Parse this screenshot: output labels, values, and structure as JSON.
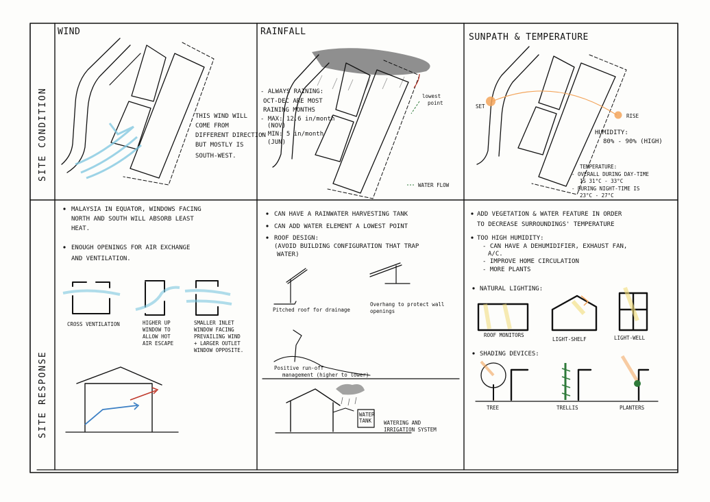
{
  "row_labels": {
    "condition": "SITE CONDITION",
    "response": "SITE RESPONSE"
  },
  "columns": {
    "wind": {
      "title": "WIND",
      "condition_notes": [
        "THIS WIND WILL",
        "COME FROM",
        "DIFFERENT DIRECTION",
        "BUT MOSTLY IS",
        "SOUTH-WEST."
      ],
      "response_bullets": [
        [
          "MALAYSIA IN EQUATOR, WINDOWS FACING",
          "NORTH AND SOUTH WILL ABSORB LEAST",
          "HEAT."
        ],
        [
          "ENOUGH OPENINGS FOR AIR EXCHANGE",
          "AND VENTILATION."
        ]
      ],
      "diagram_labels": {
        "cross": [
          "CROSS VENTILATION"
        ],
        "higher": [
          "HIGHER UP",
          "WINDOW TO",
          "ALLOW HOT",
          "AIR ESCAPE"
        ],
        "smaller": [
          "SMALLER INLET",
          "WINDOW FACING",
          "PREVAILING WIND",
          "+ LARGER OUTLET",
          "WINDOW OPPOSITE."
        ]
      }
    },
    "rainfall": {
      "title": "RAINFALL",
      "condition_notes": [
        "- ALWAYS RAINING:",
        "OCT-DEC ARE MOST",
        "RAINING MONTHS",
        "- MAX: 12.6 in/month",
        "(NOV)",
        "- MIN: 5 in/month",
        "(JUN)"
      ],
      "lowest_point": [
        "lowest",
        "point"
      ],
      "water_flow": "WATER FLOW",
      "response_bullets": [
        [
          "CAN HAVE A RAINWATER HARVESTING TANK"
        ],
        [
          "CAN ADD WATER ELEMENT A LOWEST POINT"
        ],
        [
          "ROOF DESIGN:",
          "(AVOID BUILDING CONFIGURATION THAT TRAP",
          "WATER)"
        ]
      ],
      "diagram_labels": {
        "pitched": [
          "Pitched roof for drainage"
        ],
        "overhang": [
          "Overhang to protect wall",
          "openings"
        ],
        "runoff": [
          "Positive run-off",
          "management (higher to lower)"
        ],
        "tank": [
          "WATER",
          "TANK"
        ],
        "irrigation": [
          "WATERING AND",
          "IRRIGATION SYSTEM"
        ]
      }
    },
    "sunpath": {
      "title": "SUNPATH & TEMPERATURE",
      "set": "SET",
      "rise": "RISE",
      "humidity": [
        "HUMIDITY:",
        "80% - 90% (HIGH)"
      ],
      "temperature": [
        "TEMPERATURE:",
        "- OVERALL DURING DAY-TIME",
        "IS 31°C - 33°C",
        "- DURING NIGHT-TIME IS",
        "23°C - 27°C"
      ],
      "response_bullets": [
        [
          "ADD VEGETATION & WATER FEATURE IN ORDER",
          "TO DECREASE SURROUNDINGS' TEMPERATURE"
        ],
        [
          "TOO HIGH HUMIDITY:",
          "- CAN HAVE A DEHUMIDIFIER, EXHAUST FAN,",
          "A/C.",
          "- IMPROVE HOME CIRCULATION",
          "- MORE PLANTS"
        ],
        [
          "NATURAL LIGHTING:"
        ],
        [
          "SHADING DEVICES:"
        ]
      ],
      "lighting_labels": [
        "ROOF MONITORS",
        "LIGHT-SHELF",
        "LIGHT-WELL"
      ],
      "shading_labels": [
        "TREE",
        "TRELLIS",
        "PLANTERS"
      ]
    }
  },
  "colors": {
    "ink": "#111111",
    "wind": "#7cc6e0",
    "sun": "#f3a45a",
    "light": "#f2dc78",
    "rain": "#555555",
    "plant": "#2f7a3a",
    "arrow_red": "#c0392b",
    "arrow_blue": "#3b7fc4"
  }
}
